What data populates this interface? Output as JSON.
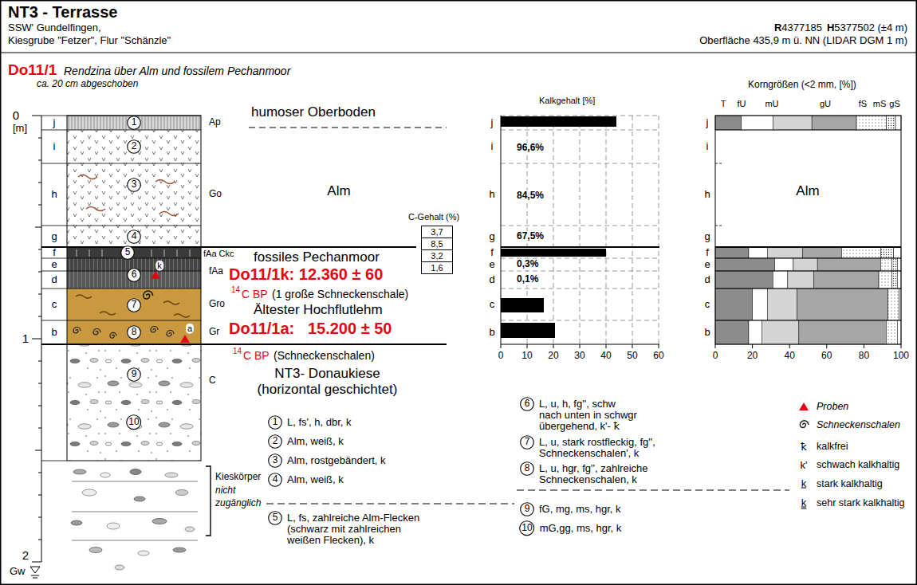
{
  "diagram": {
    "title": "NT3 - Terrasse",
    "nodes": [
      {
        "text": [
          "1"
        ]
      },
      {
        "text": [
          "2"
        ]
      },
      {
        "text": [
          "3"
        ]
      },
      {
        "text": [
          "4"
        ]
      },
      {
        "text": [
          "5"
        ]
      },
      {
        "text": [
          "6"
        ]
      },
      {
        "text": [
          "7"
        ]
      },
      {
        "text": [
          "8"
        ]
      },
      {
        "text": [
          "9"
        ]
      },
      {
        "text": [
          "10"
        ]
      },
      {
        "text": [
          "3,7"
        ]
      },
      {
        "text": [
          "8,5"
        ]
      },
      {
        "text": [
          "3,2"
        ]
      },
      {
        "text": [
          "1,6"
        ]
      },
      {
        "text": [
          "1",
          "L, fs', h, dbr, k"
        ]
      },
      {
        "text": [
          "2",
          "Alm, weiß, k"
        ]
      },
      {
        "text": [
          "3",
          "Alm, rostgebändert, k"
        ]
      },
      {
        "text": [
          "4",
          "Alm, weiß, k"
        ]
      },
      {
        "text": [
          "5",
          "L, fs, zahlreiche Alm-Flecken (schwarz mit zahlreichen weißen Flecken), k"
        ]
      },
      {
        "text": [
          "6",
          "L, u, h, fg'', schw nach unten in schwgr übergehend, k'- ꝁ"
        ]
      },
      {
        "text": [
          "7",
          "L, u, stark rostfleckig, fg'', Schneckenschalen', k"
        ]
      },
      {
        "text": [
          "8",
          "L, u, hgr, fg'', zahlreiche Schneckenschalen, k"
        ]
      },
      {
        "text": [
          "9",
          "fG, mg, ms, hgr, k"
        ]
      },
      {
        "text": [
          "10",
          "mG,gg, ms, hgr, k"
        ]
      }
    ],
    "labels": [
      "SSW' Gundelfingen,",
      "Kiesgrube \"Fetzer\", Flur \"Schänzle\"",
      "R",
      "4377185",
      "H",
      "5377502 (±4 m)",
      "Oberfläche 435,9 m ü. NN (LIDAR DGM 1 m)",
      "Do11/1",
      "Rendzina über Alm und fossilem Pechanmoor",
      "ca. 20 cm abgeschoben",
      "0",
      "[m]",
      "1",
      "2",
      "Gw",
      "j",
      "i",
      "h",
      "g",
      "f",
      "e",
      "d",
      "c",
      "b",
      "Ap",
      "Go",
      "fAa Ckc",
      "fAa",
      "Gro",
      "Gr",
      "C",
      "humoser Oberboden",
      "Alm",
      "fossiles Pechanmoor",
      "Do11/1k: 12.360 ± 60",
      "14",
      "C BP",
      "(1 große Schneckenschale)",
      "Ältester Hochflutlehm",
      "Do11/1a:   15.200 ± 50",
      "14",
      "C BP",
      "(Schneckenschalen)",
      "NT3- Donaukiese (horizontal geschichtet)",
      "k",
      "a",
      "Kieskörper",
      "nicht zugänglich",
      "C-Gehalt (%)",
      "Kalkgehalt [%]",
      "j",
      "i",
      "h",
      "g",
      "f",
      "e",
      "d",
      "c",
      "b",
      "96,6%",
      "84,5%",
      "67,5%",
      "0,3%",
      "0,1%",
      "0",
      "10",
      "20",
      "30",
      "40",
      "50",
      "60",
      "Korngrößen (<2 mm, [%])",
      "T",
      "fU",
      "mU",
      "gU",
      "fS",
      "mS",
      "gS",
      "j",
      "i",
      "h",
      "g",
      "f",
      "e",
      "d",
      "c",
      "b",
      "Alm",
      "0",
      "20",
      "40",
      "60",
      "80",
      "100",
      "ꝁ",
      "k'",
      "k",
      "k"
    ],
    "legend": [
      {
        "text": "Proben"
      },
      {
        "text": "Schneckenschalen"
      },
      {
        "text": "kalkfrei"
      },
      {
        "text": "schwach kalkhaltig"
      },
      {
        "text": "stark kalkhaltig"
      },
      {
        "text": "sehr stark kalkhaltig"
      }
    ]
  }
}
